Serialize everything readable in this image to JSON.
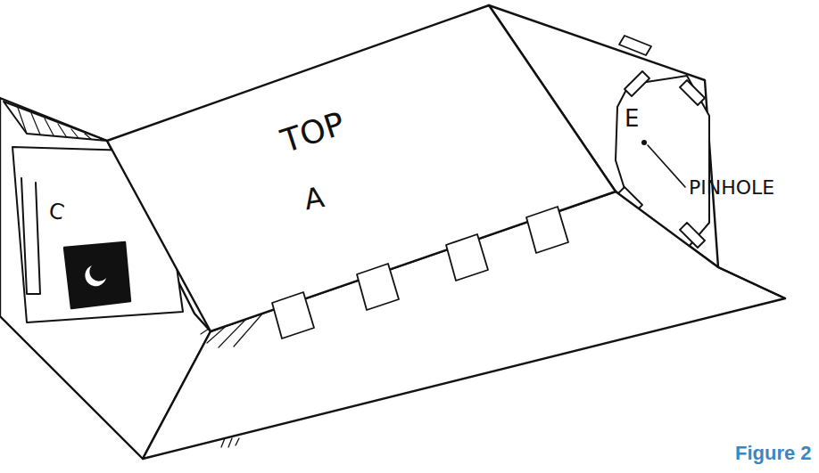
{
  "diagram": {
    "caption": "Figure 2",
    "labels": [
      "C",
      "TOP",
      "A",
      "E",
      "PINHOLE"
    ]
  }
}
